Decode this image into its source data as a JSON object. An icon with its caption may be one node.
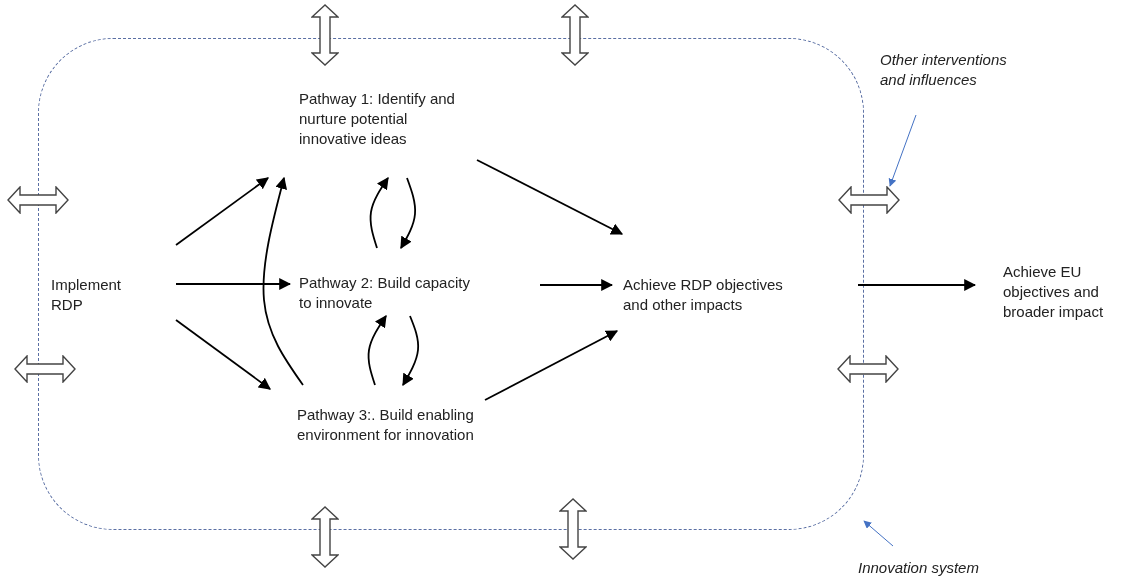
{
  "diagram": {
    "nodes": [
      {
        "text": [],
        "shape": "box"
      },
      {
        "text": [
          "Implement RDP"
        ],
        "in": 0
      },
      {
        "text": [
          "Pathway 1: Identify and nurture potential innovative ideas"
        ],
        "in": 0
      },
      {
        "text": [
          "Pathway 2: Build capacity to innovate"
        ],
        "in": 0
      },
      {
        "text": [
          "Pathway 3:. Build enabling environment for innovation"
        ],
        "in": 0
      },
      {
        "text": [
          "Achieve RDP objectives and other impacts"
        ],
        "in": 0
      },
      {
        "text": [
          "Achieve EU objectives and broader impact"
        ]
      },
      {
        "text": [
          "Other interventions and influences"
        ]
      },
      {
        "text": [
          "Innovation system"
        ]
      },
      {
        "text": [],
        "shape": "arrow"
      }
    ],
    "edges": [
      {
        "from": 1,
        "to": 2,
        "arrow": "to"
      },
      {
        "from": 1,
        "to": 3,
        "arrow": "to"
      },
      {
        "from": 1,
        "to": 4,
        "arrow": "to"
      },
      {
        "from": 4,
        "to": 2,
        "arrow": "to"
      },
      {
        "from": 3,
        "to": 2,
        "arrow": "to"
      },
      {
        "from": 2,
        "to": 3,
        "arrow": "to"
      },
      {
        "from": 4,
        "to": 3,
        "arrow": "to"
      },
      {
        "from": 3,
        "to": 4,
        "arrow": "to"
      },
      {
        "from": 2,
        "to": 5,
        "arrow": "to"
      },
      {
        "from": 3,
        "to": 5,
        "arrow": "to"
      },
      {
        "from": 4,
        "to": 5,
        "arrow": "to"
      },
      {
        "from": 5,
        "to": 6,
        "arrow": "to"
      },
      {
        "from": 7,
        "to": 9,
        "arrow": "to",
        "color": "#4472c4"
      },
      {
        "from": 8,
        "to": 0,
        "arrow": "to",
        "color": "#4472c4"
      }
    ]
  }
}
